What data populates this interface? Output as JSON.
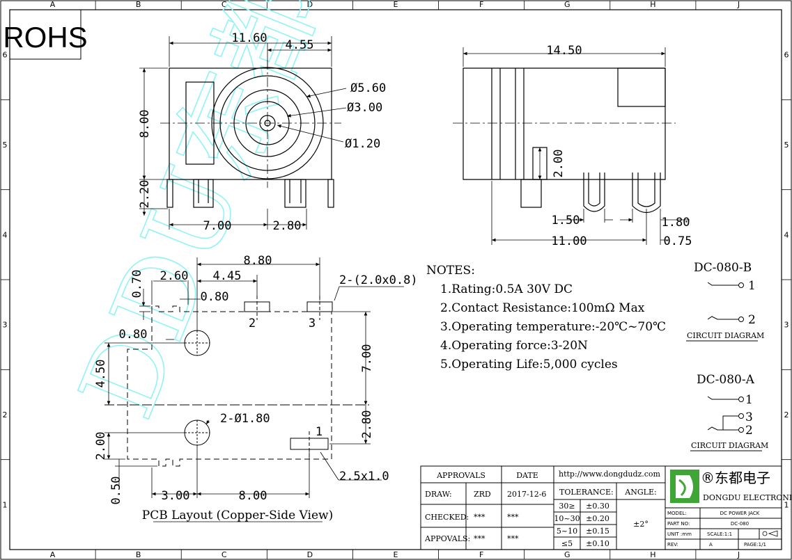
{
  "frame": {
    "cols": [
      "A",
      "B",
      "C",
      "D",
      "E",
      "F",
      "G",
      "H",
      "J"
    ],
    "rows": [
      "6",
      "5",
      "4",
      "3",
      "2",
      "1"
    ]
  },
  "rohs": "ROHS",
  "watermark": "DDU东都",
  "front_view": {
    "w_total": "11.60",
    "w_partial": "4.55",
    "h_total": "8.00",
    "d_outer": "Ø5.60",
    "d_mid": "Ø3.00",
    "d_pin": "Ø1.20",
    "pin_len": "2.20",
    "pin_span": "7.00",
    "pin_off": "2.80"
  },
  "side_view": {
    "length": "14.50",
    "height": "2.00",
    "pin_w1": "1.50",
    "pin_w2": "1.80",
    "span": "11.00",
    "off": "0.75"
  },
  "pcb": {
    "top_total": "8.80",
    "a": "2.60",
    "b": "4.45",
    "c": "0.70",
    "d": "0.80",
    "e": "0.80",
    "slot": "2-(2.0x0.8)",
    "vert": "7.00",
    "left_v": "4.50",
    "hole": "2-Ø1.80",
    "right_v": "2.80",
    "bottom_v": "2.00",
    "bottom_v2": "0.50",
    "bx1": "3.00",
    "bx2": "8.00",
    "pad": "2.5x1.0",
    "pin1": "1",
    "pin2": "2",
    "pin3": "3",
    "caption": "PCB Layout (Copper-Side View)"
  },
  "notes": {
    "title": "NOTES:",
    "items": [
      "1.Rating:0.5A 30V DC",
      "2.Contact Resistance:100mΩ Max",
      "3.Operating temperature:-20℃~70℃",
      "4.Operating force:3-20N",
      "5.Operating Life:5,000 cycles"
    ]
  },
  "circuit_b": {
    "model": "DC-080-B",
    "p1": "1",
    "p2": "2",
    "label": "CIRCUIT DIAGRAM"
  },
  "circuit_a": {
    "model": "DC-080-A",
    "p1": "1",
    "p3": "3",
    "p2": "2",
    "label": "CIRCUIT DIAGRAM"
  },
  "title_block": {
    "approvals": "APPROVALS",
    "date": "DATE",
    "url": "http://www.dongdudz.com",
    "draw": "DRAW:",
    "drawer": "ZRD",
    "draw_date": "2017-12-6",
    "checked": "CHECKED:",
    "checker": "***",
    "check_date": "***",
    "appovals": "APPOVALS:",
    "approver": "***",
    "approve_date": "***",
    "tolerance": "TOLERANCE:",
    "angle": "ANGLE:",
    "angle_val": "±2°",
    "tol_rows": [
      [
        "30≥",
        "±0.30"
      ],
      [
        "10~30",
        "±0.20"
      ],
      [
        "5~10",
        "±0.15"
      ],
      [
        "≤5",
        "±0.10"
      ]
    ],
    "company_cn": "®东都电子",
    "company_en": "DONGDU ELECTRONICS",
    "model_k": "MODEL:",
    "model_v": "DC POWER JACK",
    "part_k": "PART NO:",
    "part_v": "DC-080",
    "unit_k": "UNIT :mm",
    "scale_k": "SCALE:1:1",
    "rev_k": "REV:",
    "rev_v": "A",
    "page_k": "PAGE:1/1"
  }
}
